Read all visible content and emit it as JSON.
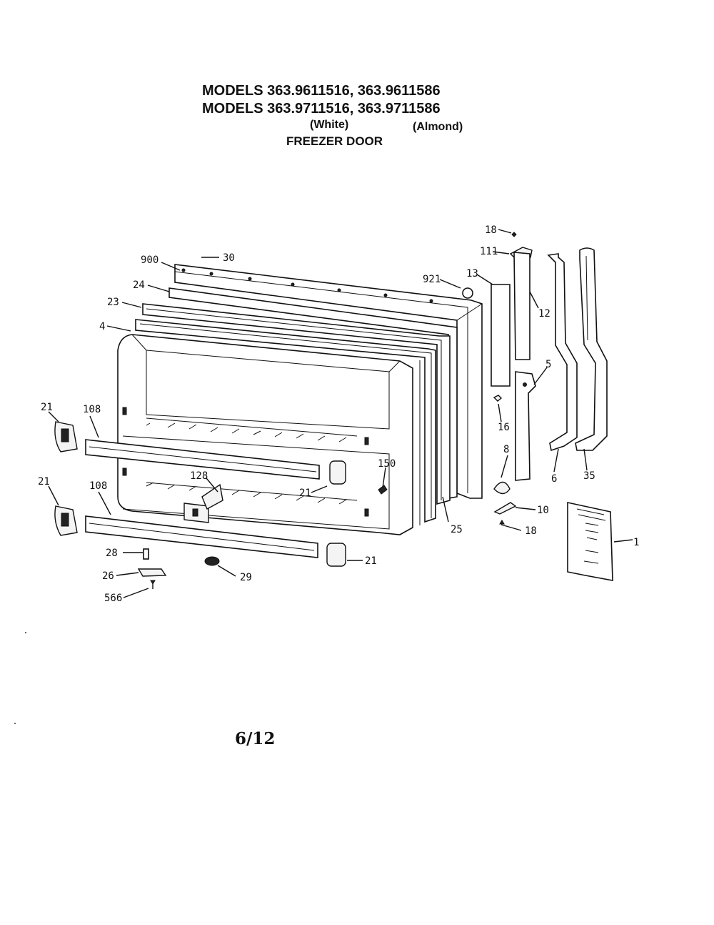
{
  "header": {
    "line1": "MODELS 363.9611516, 363.9611586",
    "line2": "MODELS 363.9711516, 363.9711586",
    "white_label": "(White)",
    "almond_label": "(Almond)",
    "section_title": "FREEZER DOOR"
  },
  "callouts": {
    "c18a": "18",
    "c111": "111",
    "c30": "30",
    "c900": "900",
    "c921": "921",
    "c13": "13",
    "c24": "24",
    "c23": "23",
    "c12": "12",
    "c4": "4",
    "c5": "5",
    "c21a": "21",
    "c108a": "108",
    "c16": "16",
    "c8": "8",
    "c150": "150",
    "c21b": "21",
    "c108b": "108",
    "c128": "128",
    "c21c": "21",
    "c6": "6",
    "c35": "35",
    "c10": "10",
    "c25": "25",
    "c18b": "18",
    "c1": "1",
    "c28": "28",
    "c21d": "21",
    "c26": "26",
    "c29": "29",
    "c566": "566"
  },
  "footer": {
    "page_number": "6/12"
  }
}
